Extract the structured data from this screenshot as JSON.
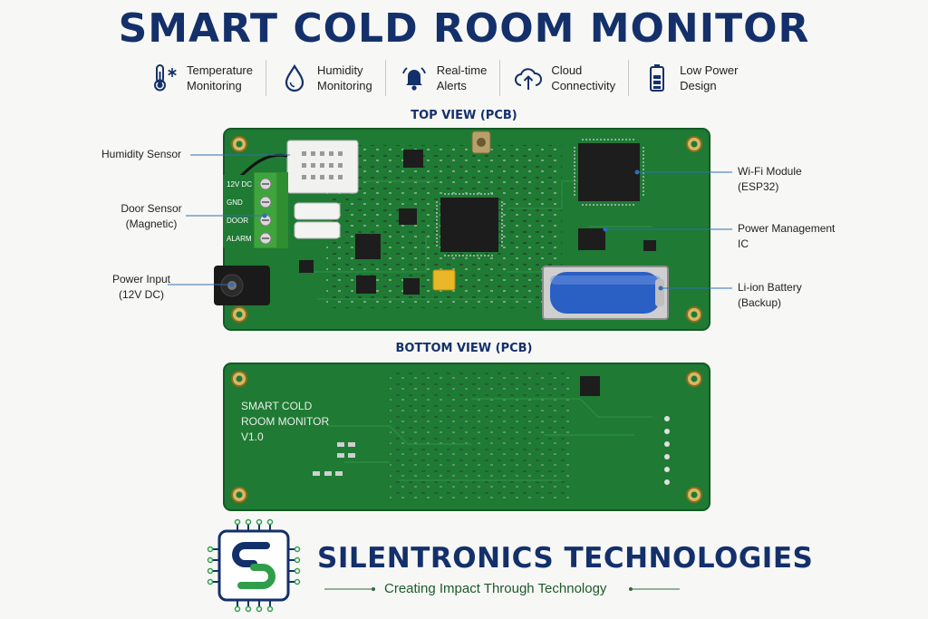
{
  "title": "SMART COLD ROOM MONITOR",
  "features": [
    {
      "icon": "thermometer-icon",
      "line1": "Temperature",
      "line2": "Monitoring"
    },
    {
      "icon": "droplet-icon",
      "line1": "Humidity",
      "line2": "Monitoring"
    },
    {
      "icon": "bell-icon",
      "line1": "Real-time",
      "line2": "Alerts"
    },
    {
      "icon": "cloud-upload-icon",
      "line1": "Cloud",
      "line2": "Connectivity"
    },
    {
      "icon": "battery-icon",
      "line1": "Low Power",
      "line2": "Design"
    }
  ],
  "top_view": {
    "heading": "TOP VIEW (PCB)",
    "terminal_labels": [
      "12V DC",
      "GND",
      "DOOR",
      "ALARM"
    ],
    "callouts": {
      "humidity_sensor": "Humidity Sensor",
      "door_sensor_1": "Door Sensor",
      "door_sensor_2": "(Magnetic)",
      "power_input_1": "Power Input",
      "power_input_2": "(12V DC)",
      "wifi_1": "Wi-Fi Module",
      "wifi_2": "(ESP32)",
      "pmic_1": "Power Management",
      "pmic_2": "IC",
      "battery_1": "Li-ion Battery",
      "battery_2": "(Backup)"
    }
  },
  "bottom_view": {
    "heading": "BOTTOM VIEW (PCB)",
    "silkscreen": [
      "SMART COLD",
      "ROOM MONITOR",
      "V1.0"
    ]
  },
  "brand": {
    "name": "SILENTRONICS TECHNOLOGIES",
    "tagline": "Creating Impact Through Technology"
  },
  "colors": {
    "navy": "#14306b",
    "pcb_green": "#1f7a34",
    "battery_blue": "#2a5fc4",
    "logo_green": "#2e9e4a"
  }
}
